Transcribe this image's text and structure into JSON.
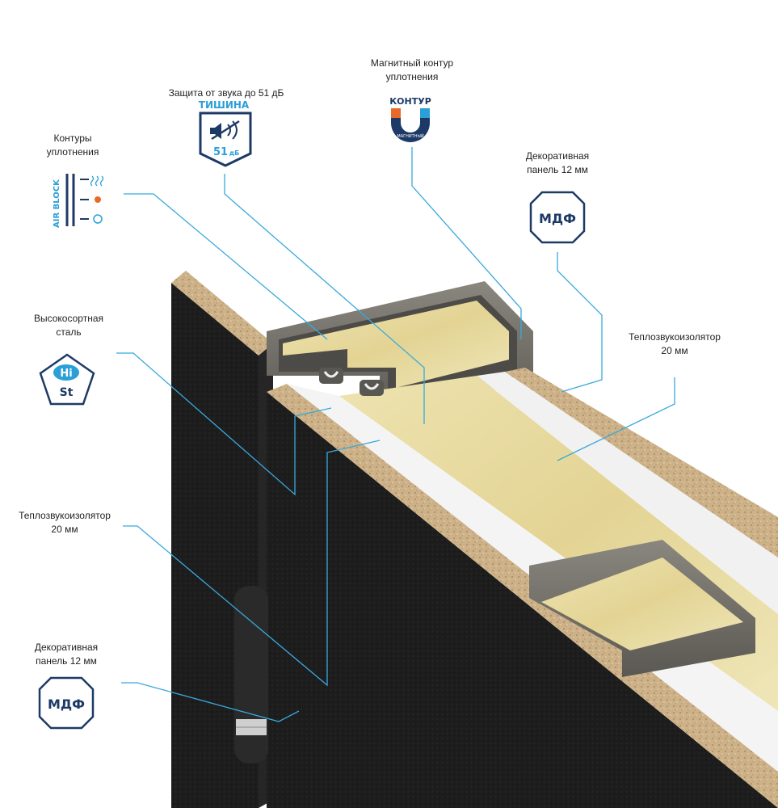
{
  "labels": {
    "sound": {
      "line1": "Защита от звука до 51 дБ"
    },
    "magnetic": {
      "line1": "Магнитный контур",
      "line2": "уплотнения"
    },
    "contours": {
      "line1": "Контуры",
      "line2": "уплотнения"
    },
    "decor_top": {
      "line1": "Декоративная",
      "line2": "панель 12 мм"
    },
    "steel": {
      "line1": "Высокосортная",
      "line2": "сталь"
    },
    "insul_right": {
      "line1": "Теплозвукоизолятор",
      "line2": "20 мм"
    },
    "insul_left": {
      "line1": "Теплозвукоизолятор",
      "line2": "20 мм"
    },
    "decor_bottom": {
      "line1": "Декоративная",
      "line2": "панель 12 мм"
    }
  },
  "badges": {
    "tishina_title": "ТИШИНА",
    "tishina_db": "51",
    "tishina_unit": "дБ",
    "kontur_title": "КОНТУР",
    "kontur_sub": "МАГНИТНЫЙ",
    "airblock": "AIR BLOCK",
    "mdf_top": "МДФ",
    "mdf_bottom": "МДФ",
    "hist_top": "Hi",
    "hist_bottom": "St"
  },
  "colors": {
    "brand_navy": "#1d3a66",
    "accent_blue": "#2a9fd8",
    "accent_orange": "#e86a2a",
    "leader_line": "#39a9dc",
    "panel_black": "#1c1c1c",
    "chipboard": "#c9ad84",
    "insulation": "#e9dfa6",
    "foam": "#f4f4f4",
    "steel_gray": "#6d6a64"
  }
}
